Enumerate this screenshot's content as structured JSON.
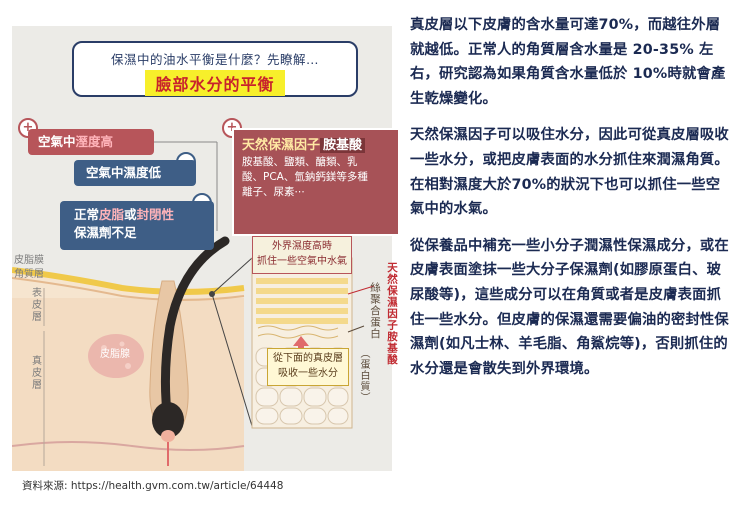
{
  "illustration": {
    "title_question": "保濕中的油水平衡是什麼？先瞭解…",
    "title_main": "臉部水分的平衡",
    "factors": {
      "air_humidity_high": {
        "prefix": "空氣中",
        "highlight": "溼度高"
      },
      "air_humidity_low": {
        "prefix": "空氣中",
        "highlight": "濕度低"
      },
      "normal_sebum": {
        "line1_prefix": "正常",
        "line1_highlight1": "皮脂",
        "line1_mid": "或",
        "line1_highlight2": "封閉性",
        "line2": "保濕劑不足"
      },
      "plus_sign": "+",
      "minus_sign": "−"
    },
    "nmf": {
      "title": "天然保濕因子",
      "title_highlight": "胺基酸",
      "desc_line1": "胺基酸、鹽類、醣類、乳",
      "desc_line2": "酸、PCA、氫鈉鈣鎂等多種",
      "desc_line3": "離子、尿素⋯"
    },
    "humidity_note": {
      "line1": "外界濕度高時",
      "line2": "抓住一些空氣中水氣"
    },
    "absorb_note": {
      "line1": "從下面的真皮層",
      "line2": "吸收一些水分"
    },
    "side_labels": {
      "nmf_amino": "天然保濕因子胺基酸",
      "silk_protein": "絲聚合蛋白",
      "protein": "（蛋白質）"
    },
    "layers": {
      "sebum_film": "皮脂膜",
      "stratum_corneum": "角質層",
      "epidermis": "表皮層",
      "dermis": "真皮層",
      "fat": "皮脂腺"
    },
    "colors": {
      "background": "#ecebe7",
      "humidity_high": "#b7555a",
      "humidity_low": "#3e5e86",
      "title_highlight": "#f7ef2b",
      "title_text": "#c8232c",
      "skin": "#f3dcc2",
      "hair": "#2c2826",
      "sebum_yellow": "#f0c94a"
    }
  },
  "source": "資料來源: https://health.gvm.com.tw/article/64448",
  "paragraphs": [
    "真皮層以下皮膚的含水量可達70%，而越往外層就越低。正常人的角質層含水量是 20-35% 左右，研究認為如果角質含水量低於 10%時就會產生乾燥變化。",
    "天然保濕因子可以吸住水分，因此可從真皮層吸收一些水分，或把皮膚表面的水分抓住來潤濕角質。在相對濕度大於70%的狀況下也可以抓住一些空氣中的水氣。",
    "從保養品中補充一些小分子潤濕性保濕成分，或在皮膚表面塗抹一些大分子保濕劑(如膠原蛋白、玻尿酸等)，這些成分可以在角質或者是皮膚表面抓住一些水分。但皮膚的保濕還需要偏油的密封性保濕劑(如凡士林、羊毛脂、角鯊烷等)，否則抓住的水分還是會散失到外界環境。"
  ]
}
